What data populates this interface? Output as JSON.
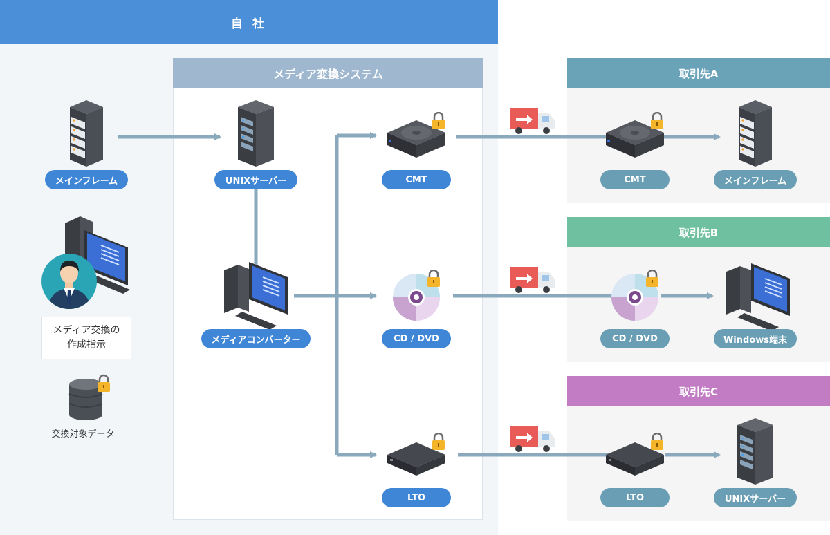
{
  "own_company": {
    "title": "自 社"
  },
  "system": {
    "title": "メディア変換システム"
  },
  "left": {
    "mainframe_label": "メインフレーム",
    "instruction_note": [
      "メディア交換の",
      "作成指示"
    ],
    "data_label": "交換対象データ"
  },
  "system_nodes": {
    "unix_label": "UNIXサーバー",
    "converter_label": "メディアコンバーター",
    "cmt_label": "CMT",
    "cd_label": "CD / DVD",
    "lto_label": "LTO"
  },
  "partners": [
    {
      "title": "取引先A",
      "color": "#6aa3b8",
      "media_label": "CMT",
      "device_label": "メインフレーム"
    },
    {
      "title": "取引先B",
      "color": "#6fc0a0",
      "media_label": "CD / DVD",
      "device_label": "Windows端末"
    },
    {
      "title": "取引先C",
      "color": "#c27cc4",
      "media_label": "LTO",
      "device_label": "UNIXサーバー"
    }
  ],
  "colors": {
    "own_header": "#4a8fd8",
    "system_header": "#9fb8cf",
    "arrow": "#8aa9bd",
    "pill_own": "#3f87d6",
    "pill_partner": "#6a9eb4",
    "truck": "#e85b57"
  }
}
